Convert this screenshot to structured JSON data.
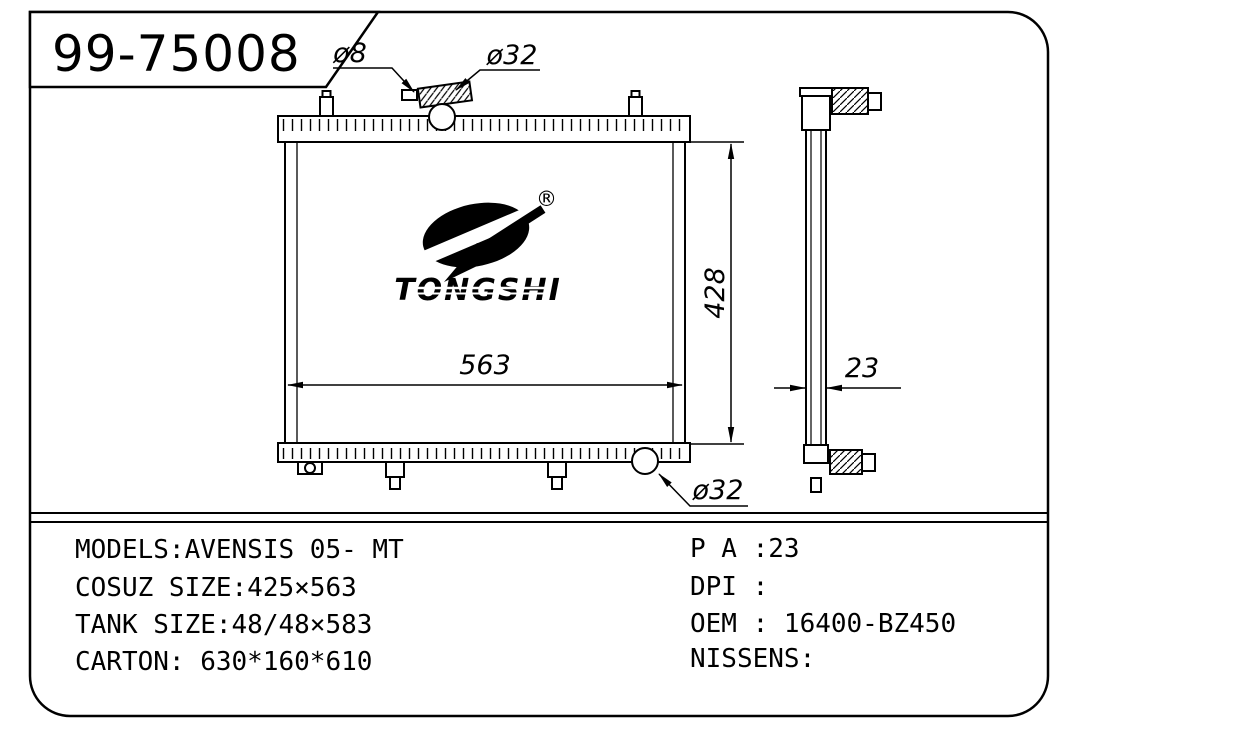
{
  "part_number": "99-75008",
  "dimensions": {
    "phi8": "ø8",
    "phi32_top": "ø32",
    "phi32_bottom": "ø32",
    "core_width": "563",
    "core_height": "428",
    "core_depth": "23"
  },
  "logo": {
    "text": "TONGSHI",
    "registered": "®"
  },
  "specs": {
    "left": [
      "MODELS:AVENSIS 05- MT",
      "COSUZ SIZE:425×563",
      "TANK SIZE:48/48×583",
      "CARTON: 630*160*610"
    ],
    "right": [
      "P A :23",
      "DPI :",
      "OEM : 16400-BZ450",
      "NISSENS:"
    ]
  }
}
